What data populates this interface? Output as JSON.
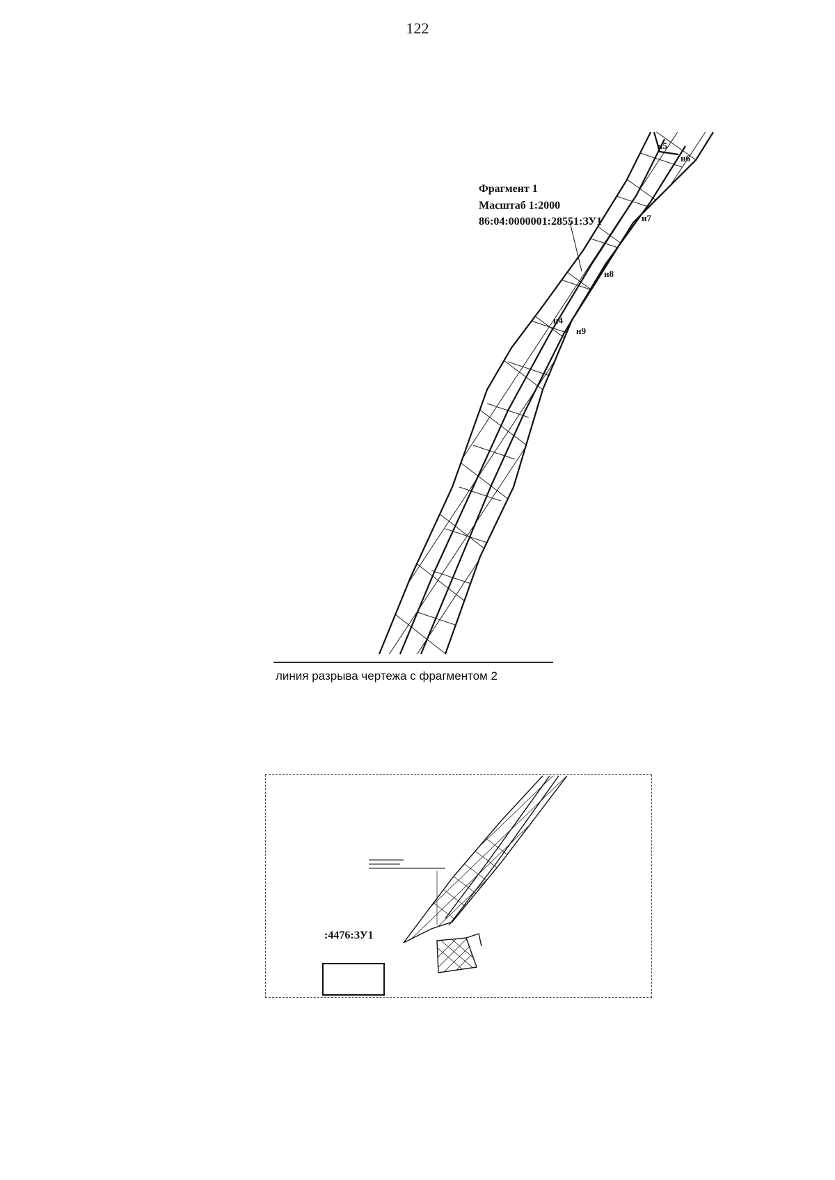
{
  "page": {
    "number": "122"
  },
  "fragment1": {
    "title": "Фрагмент 1",
    "scale": "Масштаб 1:2000",
    "parcel_id": "86:04:0000001:28551:ЗУ1",
    "points": [
      "н5",
      "н6",
      "н7",
      "н8",
      "н4",
      "н9"
    ]
  },
  "break_line": {
    "caption": "линия разрыва чертежа с фрагментом 2"
  },
  "inset": {
    "parcel_label": ":4476:ЗУ1"
  },
  "colors": {
    "ink": "#111111",
    "hatch": "#222222"
  }
}
